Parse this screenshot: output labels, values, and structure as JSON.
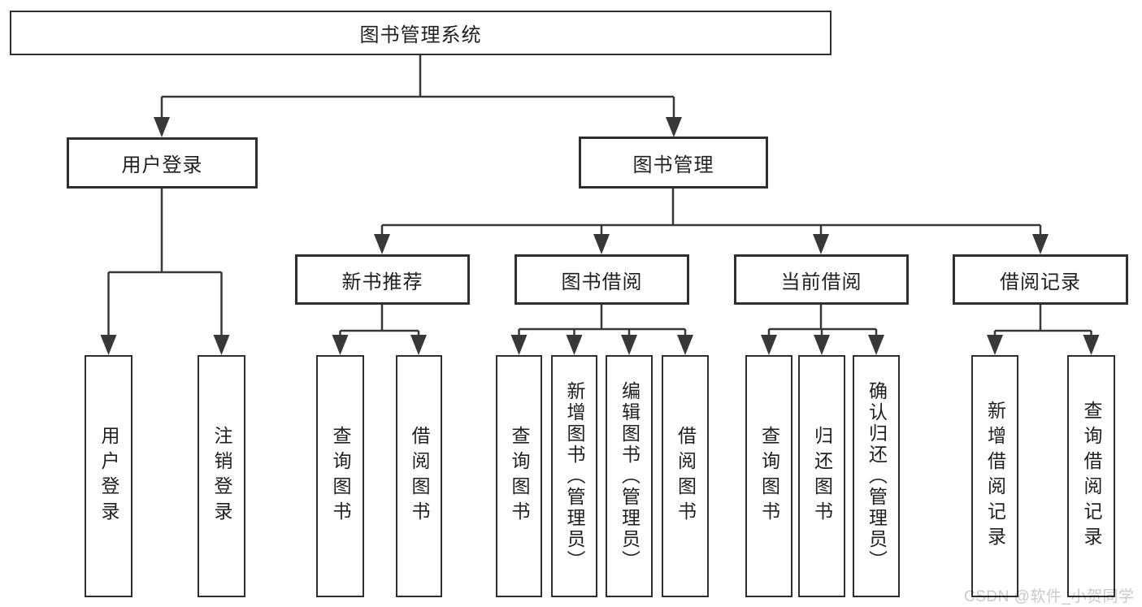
{
  "nodes": {
    "root": "图书管理系统",
    "user_login": "用户登录",
    "book_management": "图书管理",
    "new_book_recommend": "新书推荐",
    "book_borrow": "图书借阅",
    "current_borrow": "当前借阅",
    "borrow_records": "借阅记录"
  },
  "leaves": {
    "user_login": [
      "用户登录",
      "注销登录"
    ],
    "new_book_recommend": [
      "查询图书",
      "借阅图书"
    ],
    "book_borrow": [
      "查询图书",
      "新增图书（管理员）",
      "编辑图书（管理员）",
      "借阅图书"
    ],
    "current_borrow": [
      "查询图书",
      "归还图书",
      "确认归还（管理员）"
    ],
    "borrow_records": [
      "新增借阅记录",
      "查询借阅记录"
    ]
  },
  "watermark": "CSDN @软件_小贺同学",
  "colors": {
    "line": "#383838",
    "box_border": "#2f2f2f",
    "text": "#1f1f1f",
    "watermark": "#c6c9ce",
    "background": "#ffffff"
  }
}
